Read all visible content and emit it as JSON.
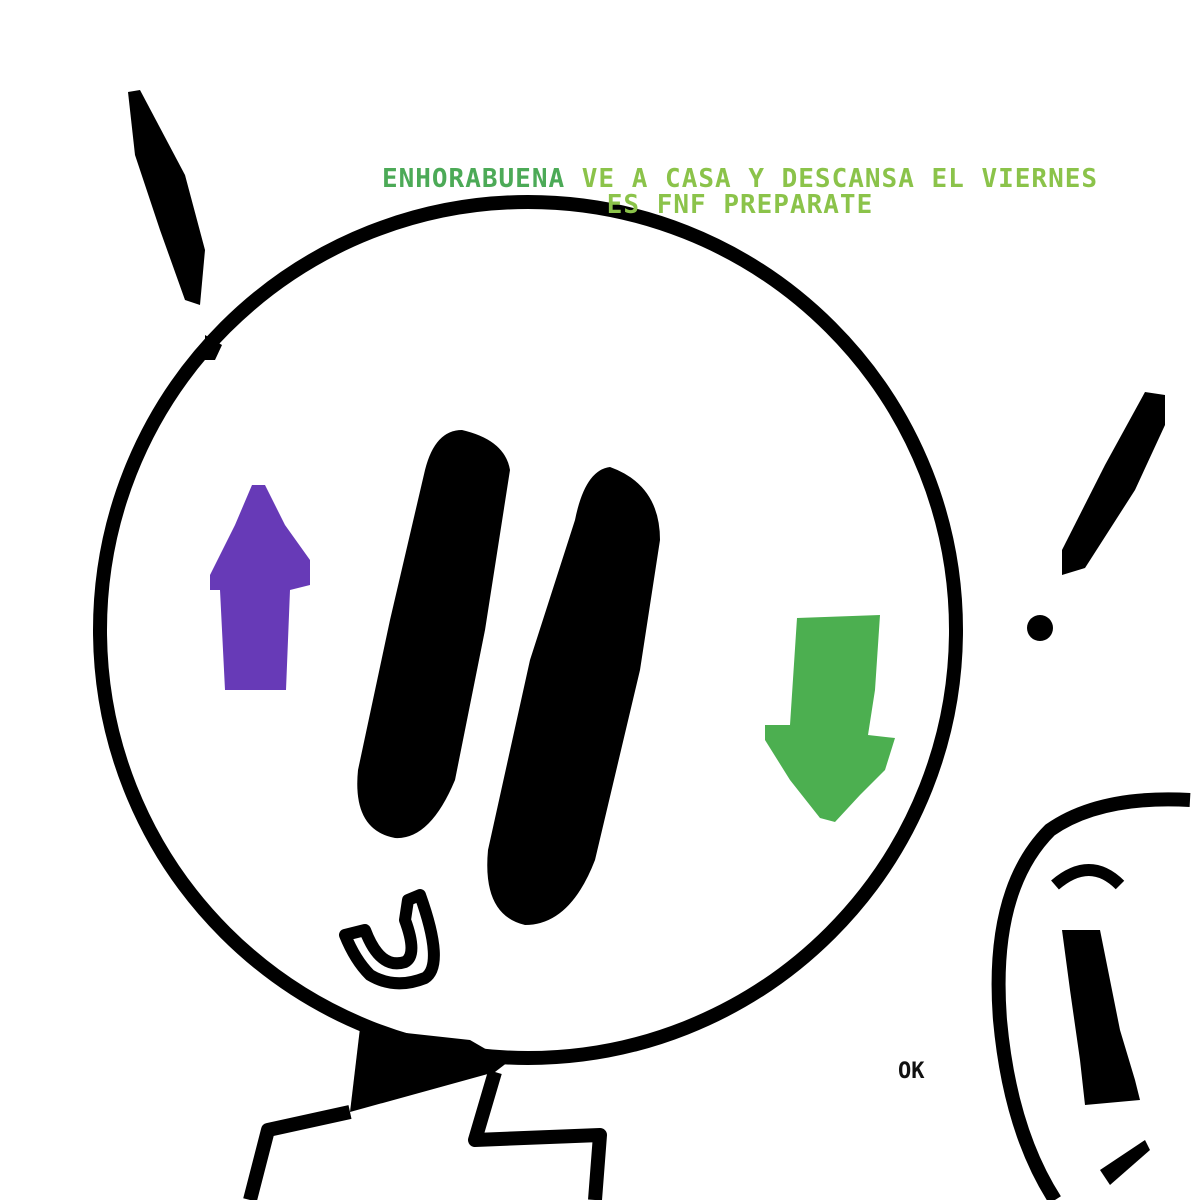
{
  "dialogue": {
    "speaker": "ENHORABUENA",
    "line_1": "VE A CASA Y DESCANSA EL VIERNES",
    "line_2": "ES FNF PREPARATE"
  },
  "ok_button": {
    "label": "OK"
  },
  "colors": {
    "background": "#ffffff",
    "ink": "#000000",
    "speaker_text": "#4caa57",
    "message_text": "#8bc34a",
    "up_arrow": "#673ab7",
    "down_arrow": "#4caf50"
  },
  "icons": {
    "up_arrow": "arrow-up-icon",
    "down_arrow": "arrow-down-icon"
  }
}
